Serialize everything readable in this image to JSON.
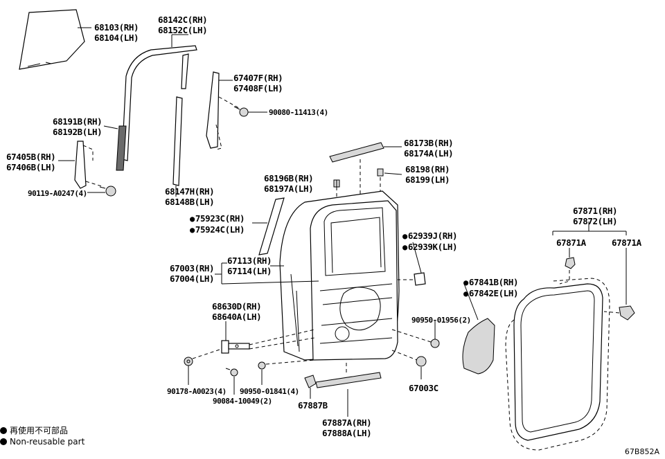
{
  "labels": {
    "p68103": [
      "68103(RH)",
      "68104(LH)"
    ],
    "p68142": [
      "68142C(RH)",
      "68152C(LH)"
    ],
    "p67407": [
      "67407F(RH)",
      "67408F(LH)"
    ],
    "p90080": "90080-11413(4)",
    "p68191": [
      "68191B(RH)",
      "68192B(LH)"
    ],
    "p67405": [
      "67405B(RH)",
      "67406B(LH)"
    ],
    "p90119": "90119-A0247(4)",
    "p68147": [
      "68147H(RH)",
      "68148B(LH)"
    ],
    "p68173": [
      "68173B(RH)",
      "68174A(LH)"
    ],
    "p68196": [
      "68196B(RH)",
      "68197A(LH)"
    ],
    "p68198": [
      "68198(RH)",
      "68199(LH)"
    ],
    "p75923": [
      "75923C(RH)",
      "75924C(LH)"
    ],
    "p62939": [
      "62939J(RH)",
      "62939K(LH)"
    ],
    "p67871": [
      "67871(RH)",
      "67872(LH)"
    ],
    "p67871a_left": "67871A",
    "p67871a_right": "67871A",
    "p67113": [
      "67113(RH)",
      "67114(LH)"
    ],
    "p67003": [
      "67003(RH)",
      "67004(LH)"
    ],
    "p67841": [
      "67841B(RH)",
      "67842E(LH)"
    ],
    "p68630": [
      "68630D(RH)",
      "68640A(LH)"
    ],
    "p90950_01956": "90950-01956(2)",
    "p90178": "90178-A0023(4)",
    "p90950_01841": "90950-01841(4)",
    "p90084": "90084-10049(2)",
    "p67887b": "67887B",
    "p67003c": "67003C",
    "p67887a": [
      "67887A(RH)",
      "67888A(LH)"
    ]
  },
  "legend": {
    "line1": "再使用不可部品",
    "line2": "Non-reusable part"
  },
  "reference": "67B852A"
}
